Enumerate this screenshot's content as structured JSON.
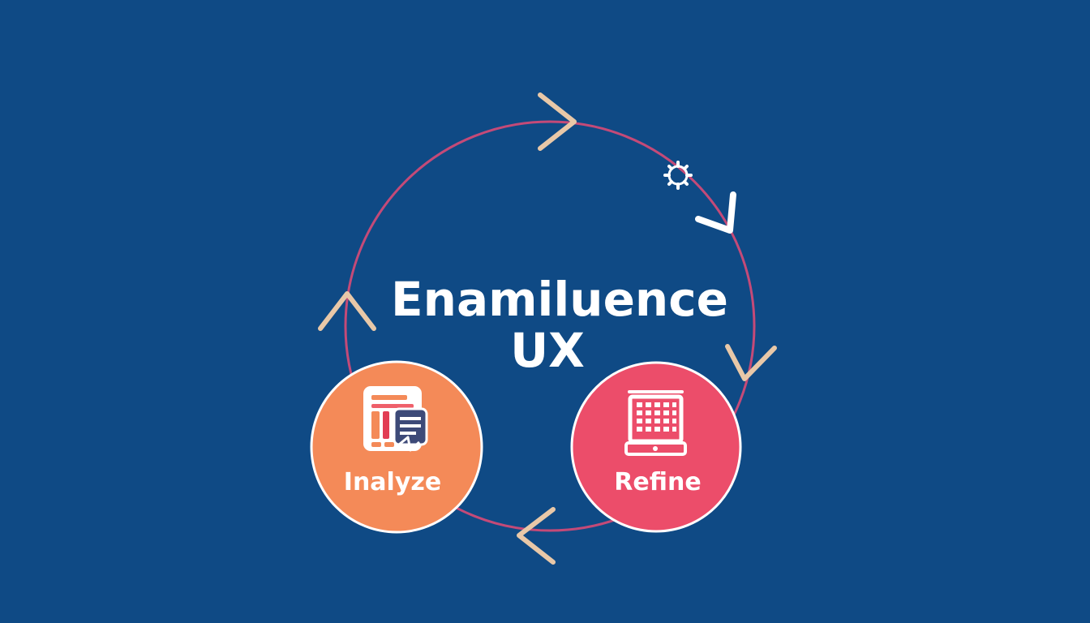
{
  "diagram": {
    "title_line1": "Enamiluence",
    "title_line2": "UX",
    "nodes": [
      {
        "label": "Inalyze",
        "icon": "report-document-icon",
        "color": "#f48a58"
      },
      {
        "label": "Refine",
        "icon": "grid-device-icon",
        "color": "#ec4d6a"
      }
    ],
    "colors": {
      "background": "#0f4a85",
      "cycle_ring": "#c44a78",
      "arrow": "#e8c8a8",
      "white": "#ffffff"
    },
    "decorations": [
      "gear-icon",
      "check-mark-icon"
    ]
  }
}
